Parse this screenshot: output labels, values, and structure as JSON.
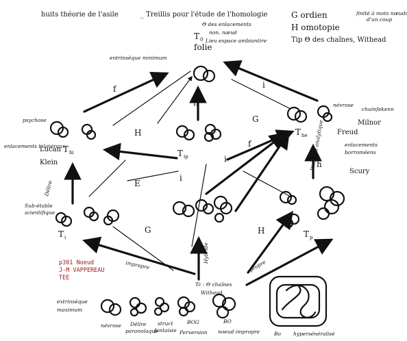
{
  "header": {
    "left": "huits théorie de l'asile",
    "center": "_ Treillis pour l'étude de l'homologie",
    "center_line2": "Θ des enlacements",
    "center_line3": "non. nœud",
    "center_line4": "Lieu espace ambiantire",
    "legend_g": "G ordien",
    "legend_g_note": "finité à mots nœuds",
    "legend_g_note2": "d'un coup",
    "legend_h": "H omotopie",
    "legend_tip": "Tip Θ des chaînes, Withead"
  },
  "nodes": {
    "t0": {
      "label": "T",
      "sub": "0",
      "name": "folie",
      "note": "entrinsèque minimum"
    },
    "thi": {
      "label": "T",
      "sub": "hi",
      "left_top": "psychose",
      "left_mid": "enlacements bilatéraux",
      "left_lucan": "Lucan",
      "left_klein": "Klein"
    },
    "tip": {
      "label": "T",
      "sub": "ip"
    },
    "the": {
      "label": "T",
      "sub": "he",
      "right_nevrose": "névrose",
      "right_chuin": "chuinfekenn",
      "right_milnor": "Milnor",
      "right_freud": "Freud",
      "right_enlac": "enlacements",
      "right_borro": "borroméens",
      "right_scury": "Scury",
      "vertical": "Discours analytique"
    },
    "ti": {
      "label": "T",
      "sub": "i",
      "left_sub": "Sub-étable",
      "left_sci": "scientifique",
      "delire": "Délire"
    },
    "tp": {
      "label": "T",
      "sub": "p"
    },
    "tc": {
      "label": "Tc : Θ chaînes",
      "sub2": "Withead"
    }
  },
  "edges": {
    "f": "f",
    "h": "h",
    "H": "H",
    "i": "i",
    "G": "G",
    "f2": "f",
    "i2": "i",
    "G2": "G",
    "e": "E",
    "h_right": "h",
    "i_bottom": "i",
    "H_bottom": "H",
    "hybride": "Hybride",
    "impropre": "impropre",
    "propre": "propre"
  },
  "bottom": {
    "extrinseque": "extrinsèque",
    "maximum": "maximum",
    "items": [
      {
        "label": "névrose"
      },
      {
        "label": "Délire",
        "label2": "paranoïaque"
      },
      {
        "label": "struct",
        "label2": "fantaisie"
      },
      {
        "label": "BOG",
        "label2": "Perversion"
      },
      {
        "label": "BO",
        "label2": "noeud impropre"
      },
      {
        "label": "Bo",
        "label2": "hypersénéralisé"
      }
    ]
  },
  "citation": {
    "line1": "p301 Noeud",
    "line2": "J-M VAPPEREAU",
    "line3": "TEE"
  },
  "colors": {
    "ink": "#111111",
    "citation": "#a11a1a",
    "paper": "#ffffff"
  }
}
